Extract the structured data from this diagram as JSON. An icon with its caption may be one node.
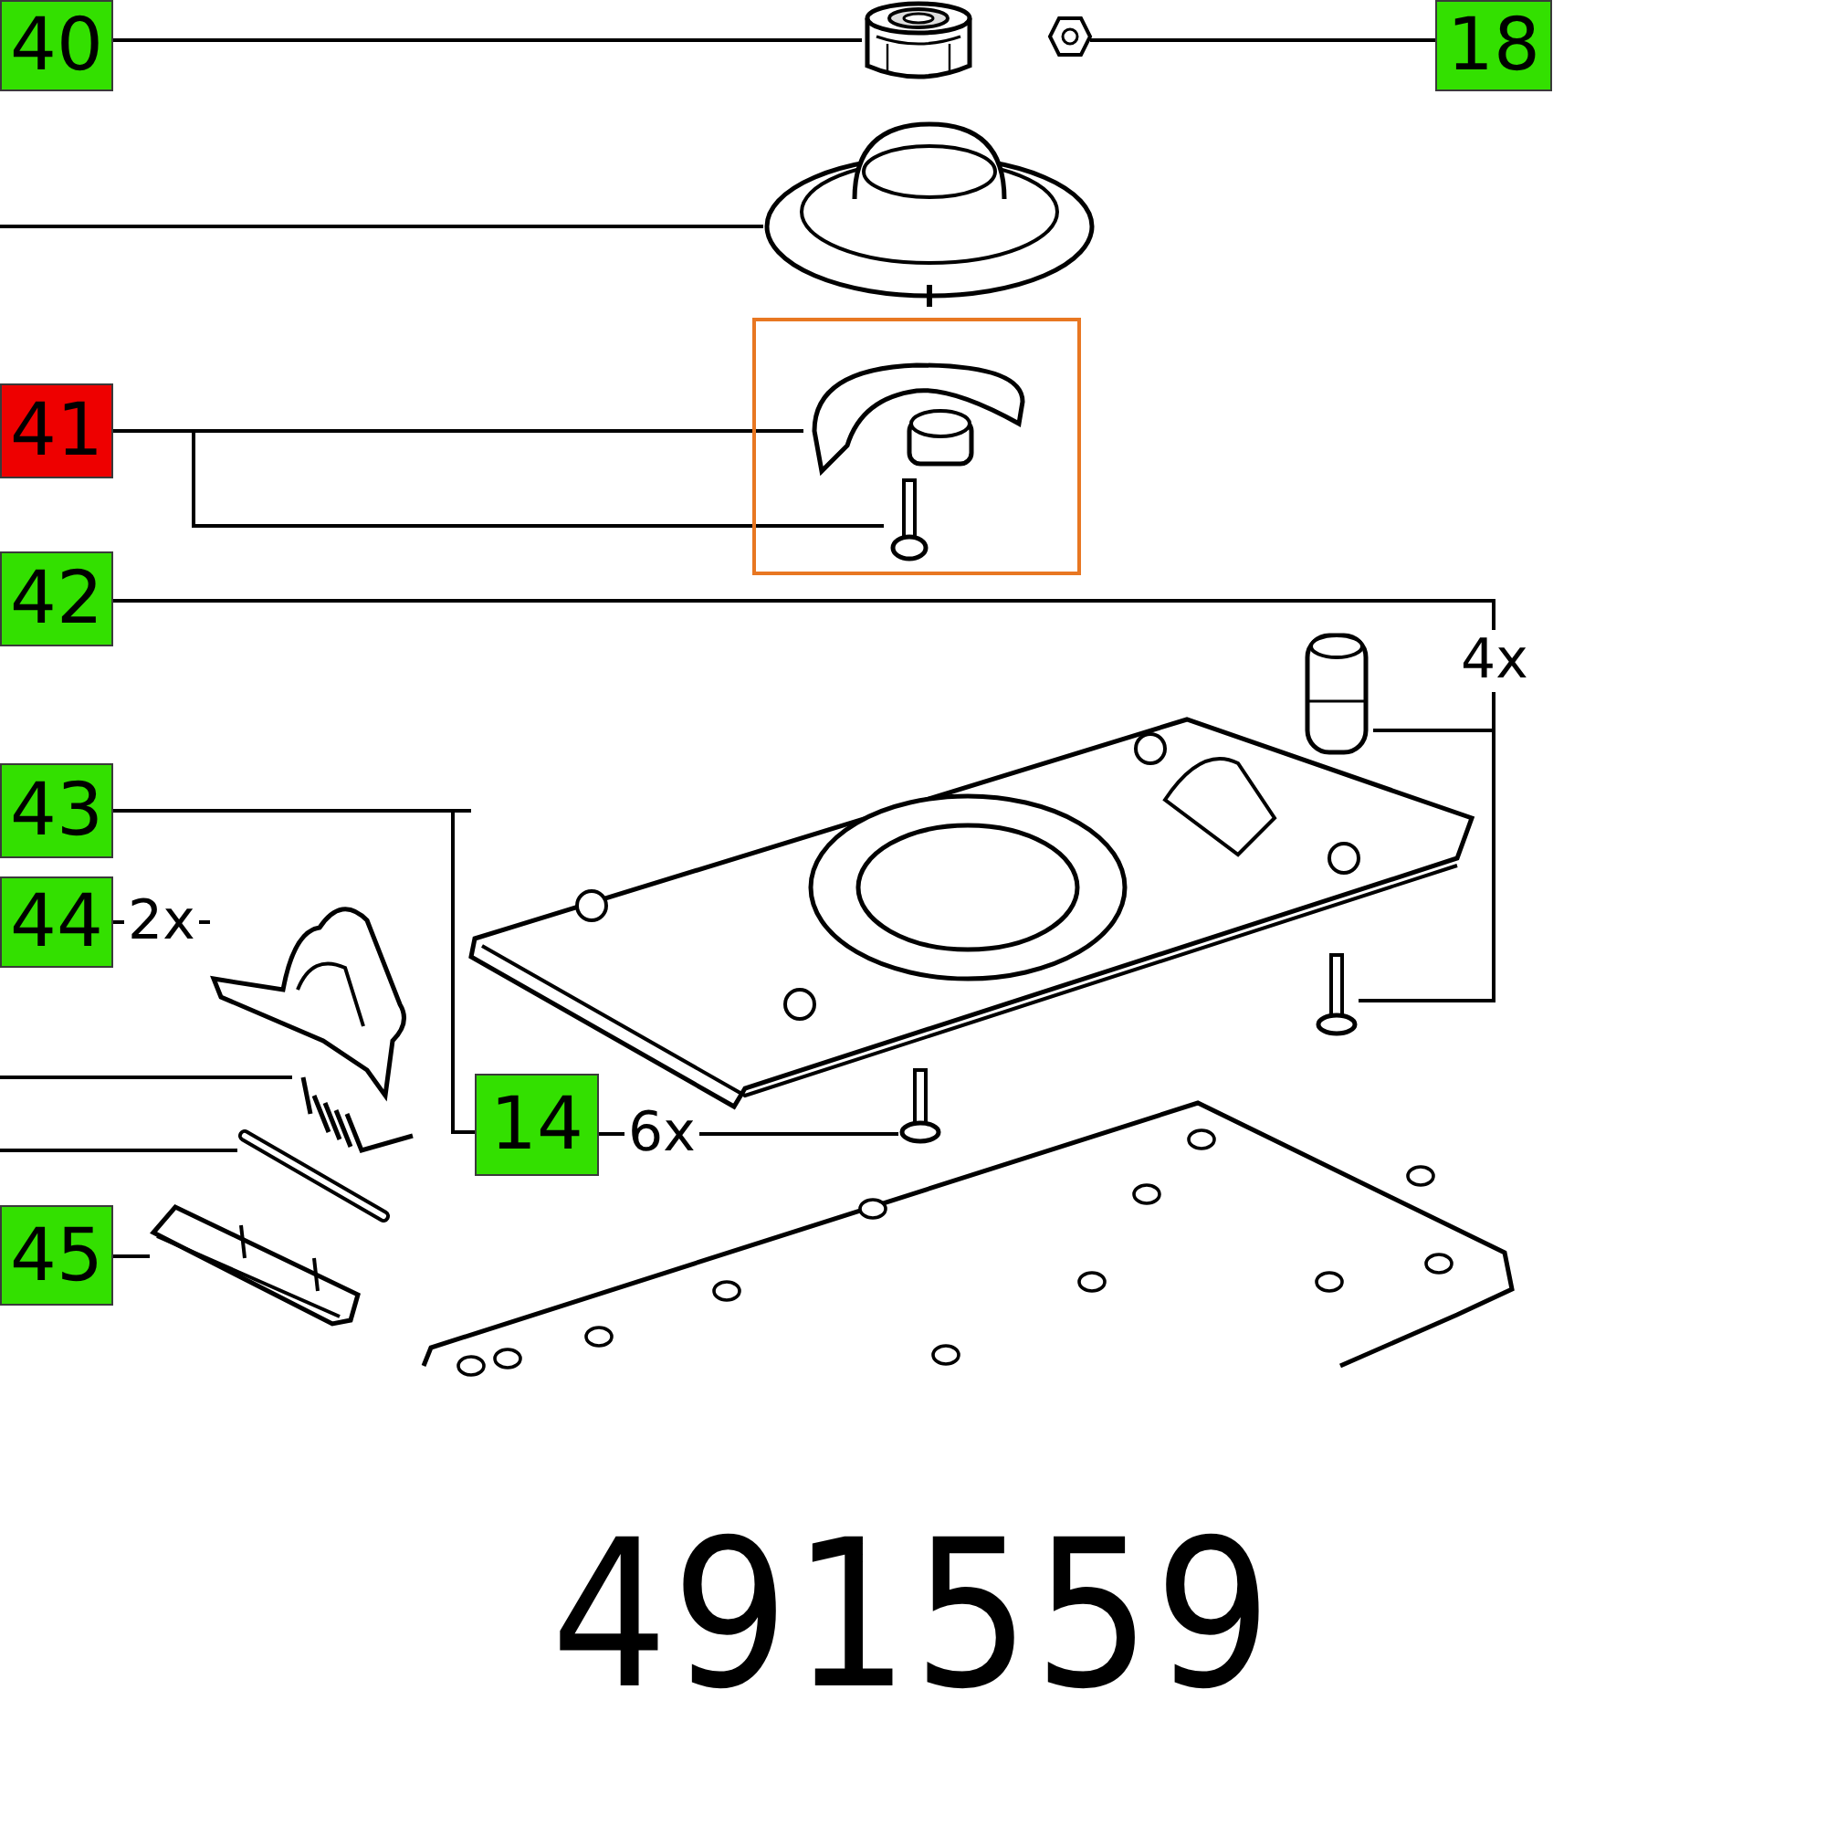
{
  "diagram": {
    "caption": "491559",
    "nodes": [
      {
        "text": [
          "40"
        ]
      },
      {
        "text": [],
        "shape": "picture"
      },
      {
        "text": [],
        "shape": "picture"
      },
      {
        "text": [
          "18"
        ]
      },
      {
        "text": [],
        "shape": "picture"
      },
      {
        "text": [
          "41"
        ]
      },
      {
        "text": [],
        "shape": "box"
      },
      {
        "text": [],
        "shape": "picture",
        "in": 6
      },
      {
        "text": [],
        "shape": "picture",
        "in": 6
      },
      {
        "text": [
          "42"
        ]
      },
      {
        "text": [],
        "shape": "picture"
      },
      {
        "text": [],
        "shape": "picture"
      },
      {
        "text": [
          "43"
        ]
      },
      {
        "text": [],
        "shape": "picture"
      },
      {
        "text": [
          "44"
        ]
      },
      {
        "text": [],
        "shape": "picture"
      },
      {
        "text": [],
        "shape": "picture"
      },
      {
        "text": [],
        "shape": "picture"
      },
      {
        "text": [
          "45"
        ]
      },
      {
        "text": [],
        "shape": "picture"
      },
      {
        "text": [
          "14"
        ]
      },
      {
        "text": [],
        "shape": "picture"
      }
    ],
    "edges": [
      {
        "from": 0,
        "to": 1,
        "arrow": "none"
      },
      {
        "from": 3,
        "to": 2,
        "arrow": "none"
      },
      {
        "from": null,
        "to": 4,
        "arrow": "none"
      },
      {
        "from": 5,
        "to": 7,
        "arrow": "none"
      },
      {
        "from": 5,
        "to": 8,
        "arrow": "none"
      },
      {
        "from": 9,
        "to": 10,
        "arrow": "none"
      },
      {
        "from": 9,
        "to": 11,
        "arrow": "none"
      },
      {
        "from": 12,
        "to": 13,
        "arrow": "none"
      },
      {
        "from": 12,
        "to": 20,
        "arrow": "none"
      },
      {
        "from": 14,
        "to": 15,
        "arrow": "none",
        "label": "2x"
      },
      {
        "from": null,
        "to": 16,
        "arrow": "none"
      },
      {
        "from": null,
        "to": 17,
        "arrow": "none"
      },
      {
        "from": 18,
        "to": 19,
        "arrow": "none"
      },
      {
        "from": 20,
        "to": 21,
        "arrow": "none",
        "label": "6x"
      }
    ],
    "labels": [
      "4x"
    ]
  }
}
